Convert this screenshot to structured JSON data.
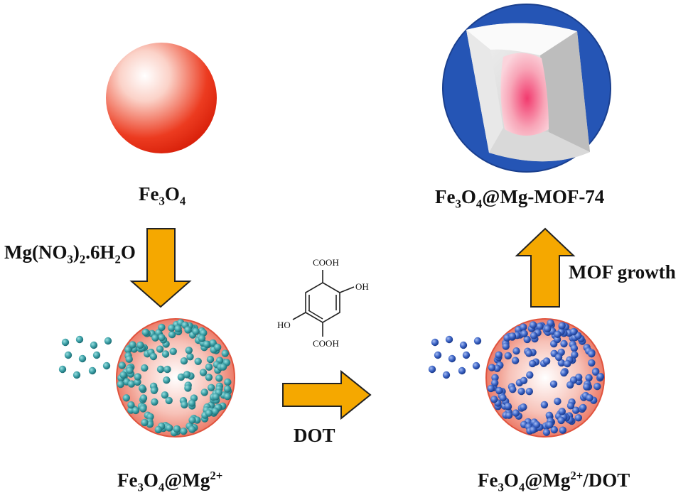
{
  "labels": {
    "fe3o4": {
      "p1": "Fe",
      "s1": "3",
      "p2": "O",
      "s2": "4"
    },
    "reagent": {
      "p1": "Mg(NO",
      "s1": "3",
      "p2": ")",
      "s2": "2",
      "p3": ".6H",
      "s3": "2",
      "p4": "O"
    },
    "fe3o4_mg": {
      "p1": "Fe",
      "s1": "3",
      "p2": "O",
      "s2": "4",
      "p3": "@Mg",
      "sup": "2+"
    },
    "dot": "DOT",
    "fe3o4_mg_dot": {
      "p1": "Fe",
      "s1": "3",
      "p2": "O",
      "s2": "4",
      "p3": "@Mg",
      "sup": "2+",
      "p4": "/DOT"
    },
    "mof_growth": "MOF growth",
    "fe3o4_mof": {
      "p1": "Fe",
      "s1": "3",
      "p2": "O",
      "s2": "4",
      "p3": "@Mg-MOF-74"
    }
  },
  "molecule": {
    "top_group": "COOH",
    "bottom_group": "COOH",
    "right_group": "OH",
    "left_group": "HO"
  },
  "colors": {
    "fe3o4_core": "#e8341c",
    "arrow_fill": "#f5a800",
    "mg_ion": "#3a9ea5",
    "dot_ion": "#3a62c4",
    "mof_shell": "#2555b5",
    "mof_inner": "#f06585"
  }
}
